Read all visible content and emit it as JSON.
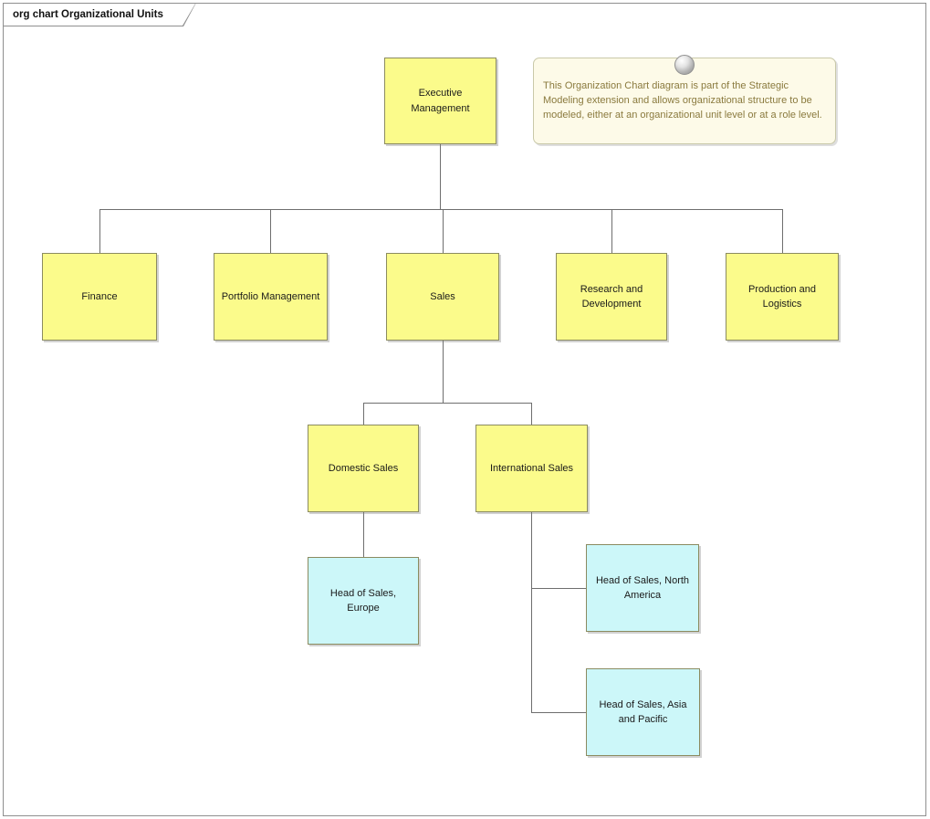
{
  "diagram": {
    "tab_label": "org chart Organizational Units",
    "type": "organizational-chart"
  },
  "note": {
    "text": "This Organization Chart diagram is part of the Strategic Modeling extension and allows organizational structure to be modeled, either at an organizational unit level or at a role level."
  },
  "nodes": {
    "executive_management": {
      "label": "Executive Management",
      "kind": "org-unit"
    },
    "finance": {
      "label": "Finance",
      "kind": "org-unit"
    },
    "portfolio_management": {
      "label": "Portfolio Management",
      "kind": "org-unit"
    },
    "sales": {
      "label": "Sales",
      "kind": "org-unit"
    },
    "research_and_development": {
      "label": "Research and Development",
      "kind": "org-unit"
    },
    "production_and_logistics": {
      "label": "Production and Logistics",
      "kind": "org-unit"
    },
    "domestic_sales": {
      "label": "Domestic Sales",
      "kind": "org-unit"
    },
    "international_sales": {
      "label": "International Sales",
      "kind": "org-unit"
    },
    "head_of_sales_europe": {
      "label": "Head of Sales, Europe",
      "kind": "role"
    },
    "head_of_sales_north_america": {
      "label": "Head of Sales, North America",
      "kind": "role"
    },
    "head_of_sales_asia_and_pacific": {
      "label": "Head of Sales, Asia and Pacific",
      "kind": "role"
    }
  },
  "edges": [
    {
      "from": "Executive Management",
      "to": "Finance"
    },
    {
      "from": "Executive Management",
      "to": "Portfolio Management"
    },
    {
      "from": "Executive Management",
      "to": "Sales"
    },
    {
      "from": "Executive Management",
      "to": "Research and Development"
    },
    {
      "from": "Executive Management",
      "to": "Production and Logistics"
    },
    {
      "from": "Sales",
      "to": "Domestic Sales"
    },
    {
      "from": "Sales",
      "to": "International Sales"
    },
    {
      "from": "Domestic Sales",
      "to": "Head of Sales, Europe"
    },
    {
      "from": "International Sales",
      "to": "Head of Sales, North America"
    },
    {
      "from": "International Sales",
      "to": "Head of Sales, Asia and Pacific"
    }
  ],
  "colors": {
    "org_unit_fill": "#fbfb8b",
    "role_fill": "#ccf7f9",
    "node_border": "#8b8b60",
    "connector": "#6e6e6e",
    "note_fill": "#fdfae8",
    "note_text": "#8a7a3e",
    "frame_border": "#8f8f8f"
  }
}
